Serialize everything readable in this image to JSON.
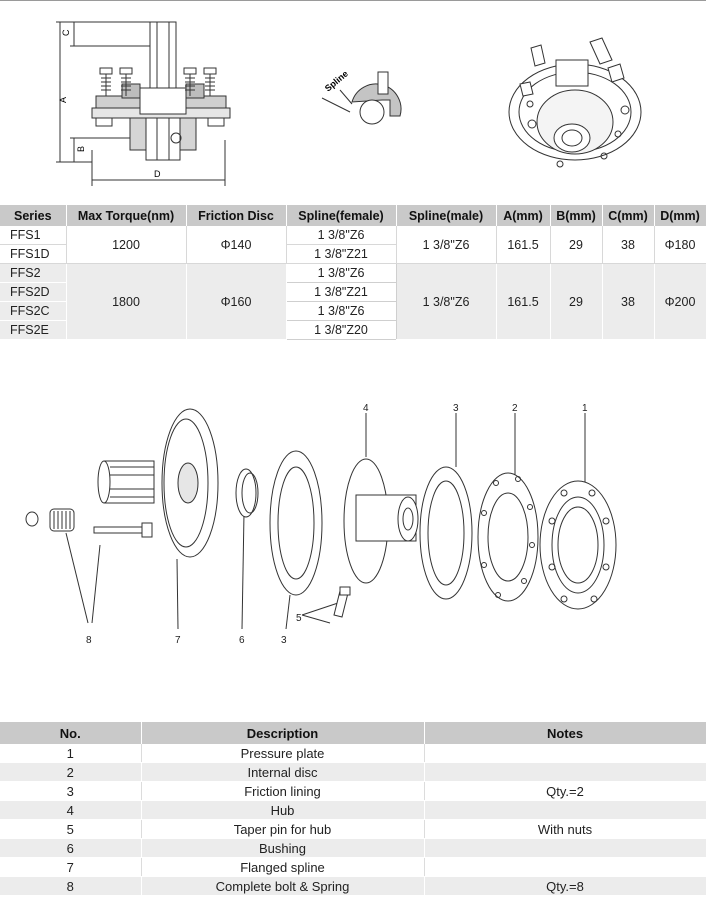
{
  "diagram": {
    "dims": {
      "a": "A",
      "b": "B",
      "c": "C",
      "d": "D"
    },
    "spline_label": "Spline",
    "callouts": [
      "1",
      "2",
      "3",
      "4",
      "3",
      "5",
      "6",
      "7",
      "8"
    ]
  },
  "spec": {
    "headers": [
      "Series",
      "Max Torque(nm)",
      "Friction Disc",
      "Spline(female)",
      "Spline(male)",
      "A(mm)",
      "B(mm)",
      "C(mm)",
      "D(mm)"
    ],
    "groups": [
      {
        "series": [
          "FFS1",
          "FFS1D"
        ],
        "torque": "1200",
        "disc": "Φ140",
        "female": [
          "1 3/8\"Z6",
          "1 3/8\"Z21"
        ],
        "male": "1 3/8\"Z6",
        "a": "161.5",
        "b": "29",
        "c": "38",
        "d": "Φ180"
      },
      {
        "series": [
          "FFS2",
          "FFS2D",
          "FFS2C",
          "FFS2E"
        ],
        "torque": "1800",
        "disc": "Φ160",
        "female": [
          "1 3/8\"Z6",
          "1 3/8\"Z21",
          "1 3/8\"Z6",
          "1 3/8\"Z20"
        ],
        "male": "1 3/8\"Z6",
        "a": "161.5",
        "b": "29",
        "c": "38",
        "d": "Φ200"
      }
    ]
  },
  "parts": {
    "headers": [
      "No.",
      "Description",
      "Notes"
    ],
    "rows": [
      {
        "no": "1",
        "desc": "Pressure plate",
        "notes": ""
      },
      {
        "no": "2",
        "desc": "Internal disc",
        "notes": ""
      },
      {
        "no": "3",
        "desc": "Friction lining",
        "notes": "Qty.=2"
      },
      {
        "no": "4",
        "desc": "Hub",
        "notes": ""
      },
      {
        "no": "5",
        "desc": "Taper pin for hub",
        "notes": "With nuts"
      },
      {
        "no": "6",
        "desc": "Bushing",
        "notes": ""
      },
      {
        "no": "7",
        "desc": "Flanged spline",
        "notes": ""
      },
      {
        "no": "8",
        "desc": "Complete bolt & Spring",
        "notes": "Qty.=8"
      }
    ]
  }
}
